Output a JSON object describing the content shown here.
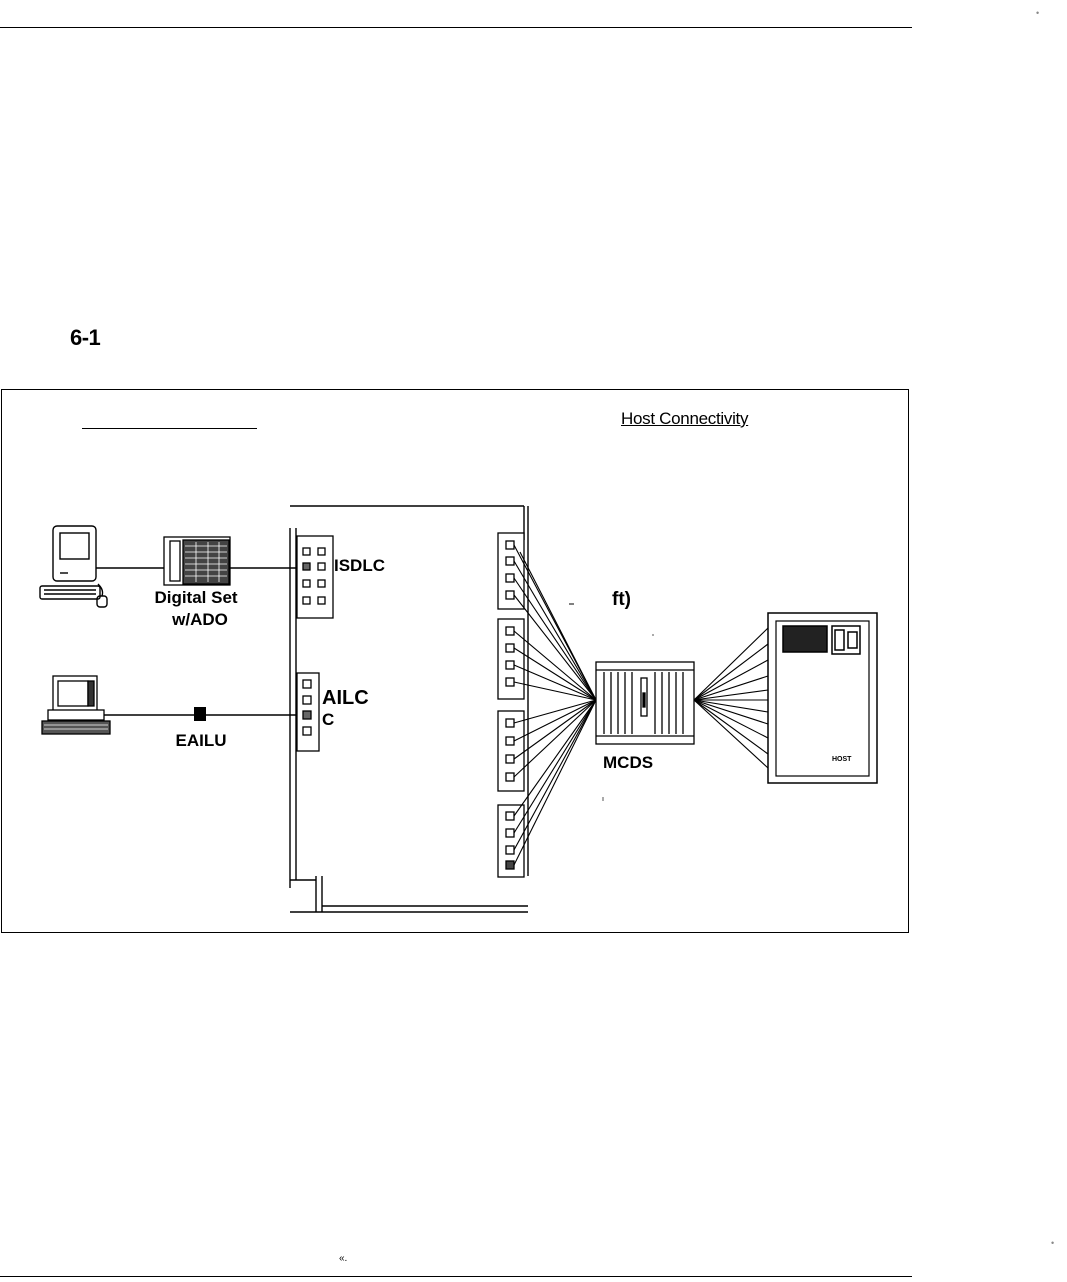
{
  "figure": {
    "number": "6-1",
    "host_heading": "Host Connectivity"
  },
  "diagram": {
    "labels": {
      "digital_set_line1": "Digital Set",
      "digital_set_line2": "w/ADO",
      "eailu": "EAILU",
      "isdlc": "ISDLC",
      "ailc_line1": "AILC",
      "ailc_line2": "C",
      "cable_fragment": "ft)",
      "mcds": "MCDS",
      "host": "HOST"
    }
  },
  "footer": {
    "mark": "«."
  },
  "colors": {
    "ink": "#000000",
    "paper": "#ffffff"
  }
}
